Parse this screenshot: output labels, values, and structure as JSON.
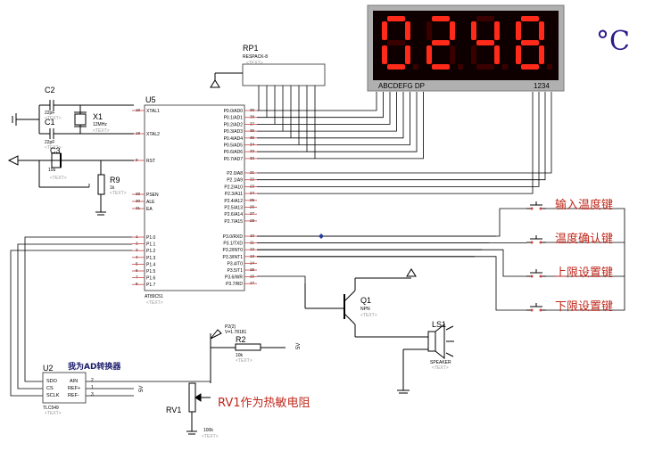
{
  "display": {
    "digits": [
      "0",
      "2",
      "4",
      "8"
    ],
    "segment_pins": "ABCDEFG DP",
    "digit_pins": "1234",
    "unit": "°C"
  },
  "rp1": {
    "ref": "RP1",
    "type": "RESPACK-8"
  },
  "u5": {
    "ref": "U5",
    "part": "AT89C51",
    "left_pins": [
      {
        "num": "19",
        "name": "XTAL1"
      },
      {
        "num": "18",
        "name": "XTAL2"
      },
      {
        "num": "9",
        "name": "RST"
      },
      {
        "num": "29",
        "name": "PSEN"
      },
      {
        "num": "30",
        "name": "ALE"
      },
      {
        "num": "31",
        "name": "EA"
      },
      {
        "num": "1",
        "name": "P1.0"
      },
      {
        "num": "2",
        "name": "P1.1"
      },
      {
        "num": "3",
        "name": "P1.2"
      },
      {
        "num": "4",
        "name": "P1.3"
      },
      {
        "num": "5",
        "name": "P1.4"
      },
      {
        "num": "6",
        "name": "P1.5"
      },
      {
        "num": "7",
        "name": "P1.6"
      },
      {
        "num": "8",
        "name": "P1.7"
      }
    ],
    "right_pins_p0": [
      {
        "num": "39",
        "name": "P0.0/AD0"
      },
      {
        "num": "38",
        "name": "P0.1/AD1"
      },
      {
        "num": "37",
        "name": "P0.2/AD2"
      },
      {
        "num": "36",
        "name": "P0.3/AD3"
      },
      {
        "num": "35",
        "name": "P0.4/AD4"
      },
      {
        "num": "34",
        "name": "P0.5/AD5"
      },
      {
        "num": "33",
        "name": "P0.6/AD6"
      },
      {
        "num": "32",
        "name": "P0.7/AD7"
      }
    ],
    "right_pins_p2": [
      {
        "num": "21",
        "name": "P2.0/A8"
      },
      {
        "num": "22",
        "name": "P2.1/A9"
      },
      {
        "num": "23",
        "name": "P2.2/A10"
      },
      {
        "num": "24",
        "name": "P2.3/A11"
      },
      {
        "num": "25",
        "name": "P2.4/A12"
      },
      {
        "num": "26",
        "name": "P2.5/A13"
      },
      {
        "num": "27",
        "name": "P2.6/A14"
      },
      {
        "num": "28",
        "name": "P2.7/A15"
      }
    ],
    "right_pins_p3": [
      {
        "num": "10",
        "name": "P3.0/RXD"
      },
      {
        "num": "11",
        "name": "P3.1/TXD"
      },
      {
        "num": "12",
        "name": "P3.2/INT0"
      },
      {
        "num": "13",
        "name": "P3.3/INT1"
      },
      {
        "num": "14",
        "name": "P3.4/T0"
      },
      {
        "num": "15",
        "name": "P3.5/T1"
      },
      {
        "num": "16",
        "name": "P3.6/WR"
      },
      {
        "num": "17",
        "name": "P3.7/RD"
      }
    ]
  },
  "components": {
    "c2": {
      "ref": "C2",
      "value": "22pF"
    },
    "c1": {
      "ref": "C1",
      "value": "22pF"
    },
    "c3": {
      "ref": "C3",
      "value": "10u"
    },
    "x1": {
      "ref": "X1",
      "value": "12MHz"
    },
    "r9": {
      "ref": "R9",
      "value": "1k"
    },
    "r2": {
      "ref": "R2",
      "value": "10k"
    },
    "rv1": {
      "ref": "RV1",
      "value": "100k"
    },
    "q1": {
      "ref": "Q1",
      "type": "NPN"
    },
    "ls1": {
      "ref": "LS1",
      "type": "SPEAKER"
    },
    "u2": {
      "ref": "U2",
      "part": "TLC549",
      "pins_left": [
        "SDO",
        "CS",
        "SCLK"
      ],
      "pins_right": [
        "AIN",
        "REF+",
        "REF-"
      ],
      "pin_nums_right": [
        "2",
        "1",
        "3"
      ]
    },
    "probe": {
      "ref": "P2(2)",
      "value": "V=1.78181"
    },
    "vcc_label": "5V"
  },
  "text_tag": "<TEXT>",
  "annotations": {
    "adc": "我为AD转换器",
    "rv1_note": "RV1作为热敏电阻",
    "btn1": "输入温度键",
    "btn2": "温度确认键",
    "btn3": "上限设置键",
    "btn4": "下限设置键"
  }
}
